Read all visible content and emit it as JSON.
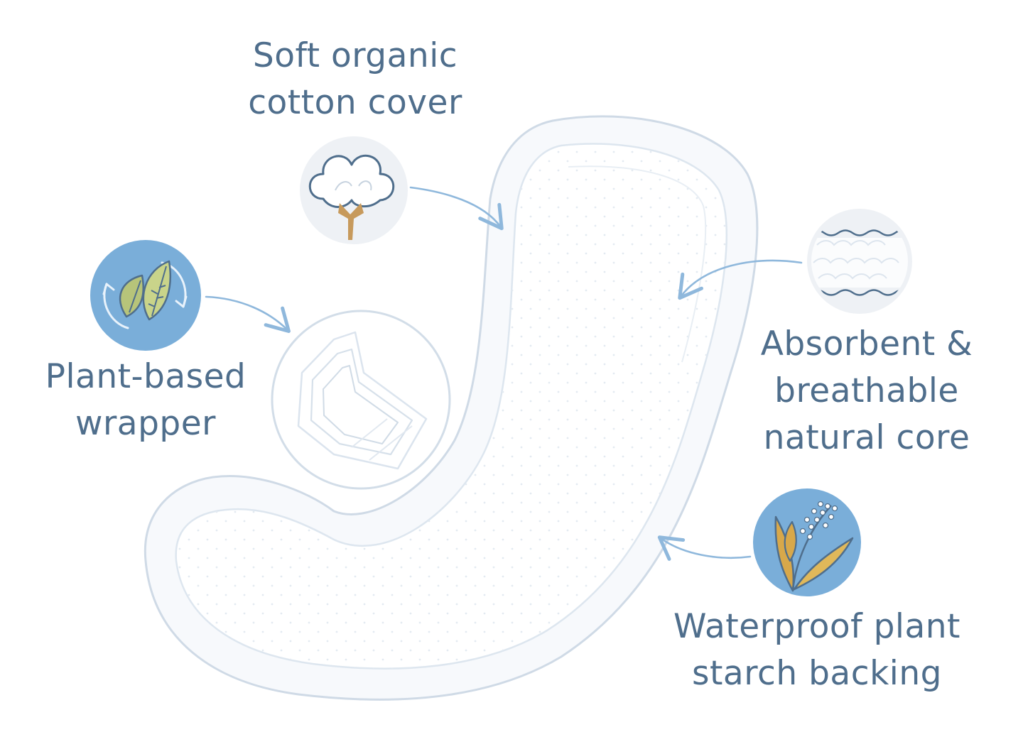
{
  "labels": {
    "cotton_cover": {
      "line1": "Soft organic",
      "line2": "cotton cover"
    },
    "wrapper": {
      "line1": "Plant-based",
      "line2": "wrapper"
    },
    "core": {
      "line1": "Absorbent &",
      "line2": "breathable",
      "line3": "natural core"
    },
    "backing": {
      "line1": "Waterproof plant",
      "line2": "starch backing"
    }
  },
  "icons": {
    "cotton": "cotton-boll-icon",
    "wrapper": "leaves-recycle-icon",
    "core": "absorbent-core-icon",
    "backing": "wheat-plant-icon"
  },
  "colors": {
    "text": "#4f6e8c",
    "accent_blue": "#7aaed9",
    "outline": "#c9d6e3",
    "leaf_green": "#b7c47a",
    "leaf_gold": "#d8a84a"
  }
}
